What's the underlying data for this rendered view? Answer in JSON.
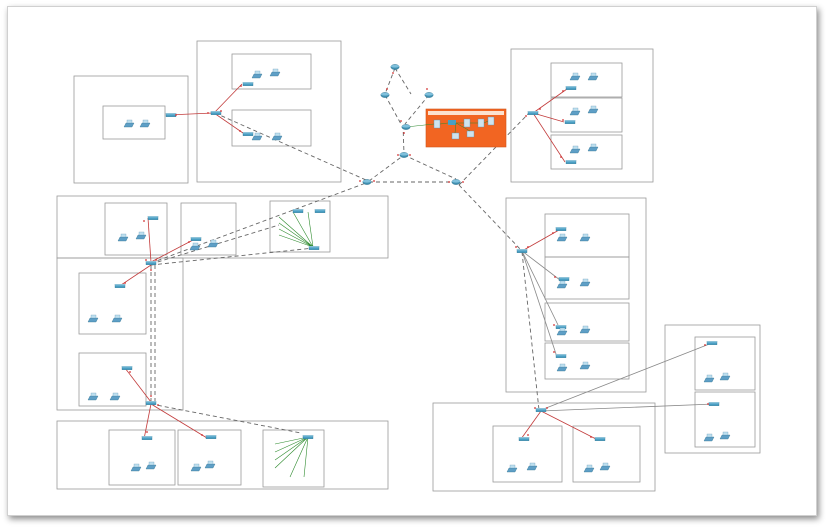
{
  "diagram": {
    "title": "",
    "colors": {
      "router": "#3f8fb0",
      "switch": "#4a9fc4",
      "pc": "#5e9fc6",
      "server_block": "#f26522",
      "link_dot": "#d32f2f",
      "wan_link": "#666666",
      "crossover": "#2e8b2e"
    },
    "areas": [
      {
        "id": "a1",
        "label": ""
      },
      {
        "id": "a2",
        "label": ""
      },
      {
        "id": "a3",
        "label": ""
      },
      {
        "id": "a4",
        "label": ""
      },
      {
        "id": "a5",
        "label": ""
      },
      {
        "id": "a6",
        "label": ""
      },
      {
        "id": "a7",
        "label": ""
      },
      {
        "id": "a8",
        "label": ""
      },
      {
        "id": "a9",
        "label": ""
      }
    ],
    "core_routers": [
      {
        "id": "isp",
        "label": ""
      },
      {
        "id": "r-left",
        "label": ""
      },
      {
        "id": "r-right",
        "label": ""
      },
      {
        "id": "core",
        "label": ""
      },
      {
        "id": "hub-left",
        "label": ""
      },
      {
        "id": "hub-right",
        "label": ""
      }
    ],
    "server_block": {
      "label": ""
    }
  }
}
